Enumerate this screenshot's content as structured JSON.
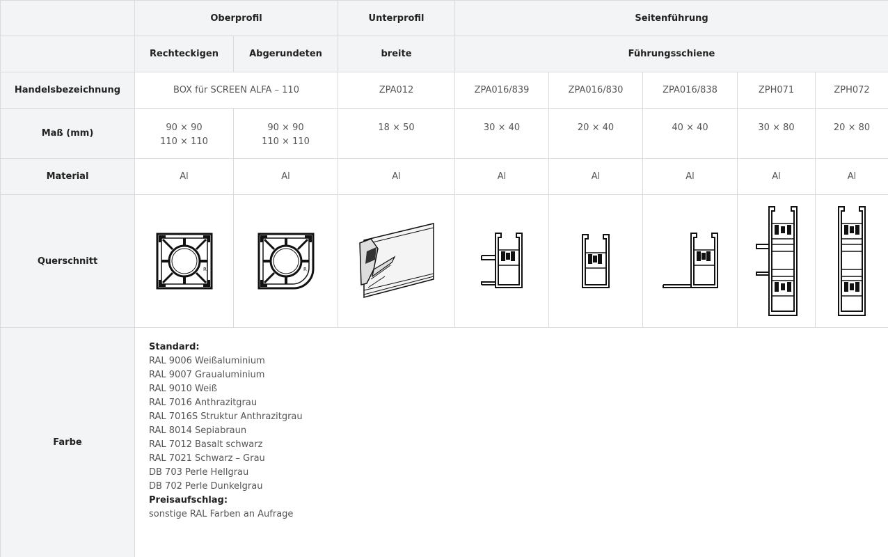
{
  "header": {
    "row1": {
      "oberprofil": "Oberprofil",
      "unterprofil": "Unterprofil",
      "seitenfuehrung": "Seitenführung"
    },
    "row2": {
      "rechteckigen": "Rechteckigen",
      "abgerundeten": "Abgerundeten",
      "breite": "breite",
      "fuehrungsschiene": "Führungsschiene"
    }
  },
  "rows": {
    "handelsbezeichnung": {
      "label": "Handelsbezeichnung",
      "box": "BOX für SCREEN ALFA – 110",
      "zpa012": "ZPA012",
      "zpa016_839": "ZPA016/839",
      "zpa016_830": "ZPA016/830",
      "zpa016_838": "ZPA016/838",
      "zph071": "ZPH071",
      "zph072": "ZPH072"
    },
    "mass": {
      "label": "Maß (mm)",
      "rect_1": "90 × 90",
      "rect_2": "110 × 110",
      "round_1": "90 × 90",
      "round_2": "110 × 110",
      "zpa012": "18 × 50",
      "zpa016_839": "30 × 40",
      "zpa016_830": "20 × 40",
      "zpa016_838": "40 × 40",
      "zph071": "30 × 80",
      "zph072": "20 × 80"
    },
    "material": {
      "label": "Material",
      "values": [
        "Al",
        "Al",
        "Al",
        "Al",
        "Al",
        "Al",
        "Al",
        "Al"
      ]
    },
    "querschnitt": {
      "label": "Querschnitt"
    },
    "farbe": {
      "label": "Farbe",
      "standard_heading": "Standard:",
      "standard": [
        "RAL 9006 Weißaluminium",
        "RAL 9007 Graualuminium",
        "RAL 9010 Weiß",
        "RAL 7016 Anthrazitgrau",
        "RAL 7016S Struktur Anthrazitgrau",
        "RAL 8014 Sepiabraun",
        "RAL 7012 Basalt schwarz",
        "RAL 7021 Schwarz – Grau",
        "DB 703 Perle Hellgrau",
        "DB 702 Perle Dunkelgrau"
      ],
      "aufschlag_heading": "Preisaufschlag:",
      "aufschlag": [
        "sonstige RAL Farben an Aufrage"
      ]
    }
  },
  "colors": {
    "border": "#d8dadd",
    "header_bg": "#f3f4f5"
  }
}
